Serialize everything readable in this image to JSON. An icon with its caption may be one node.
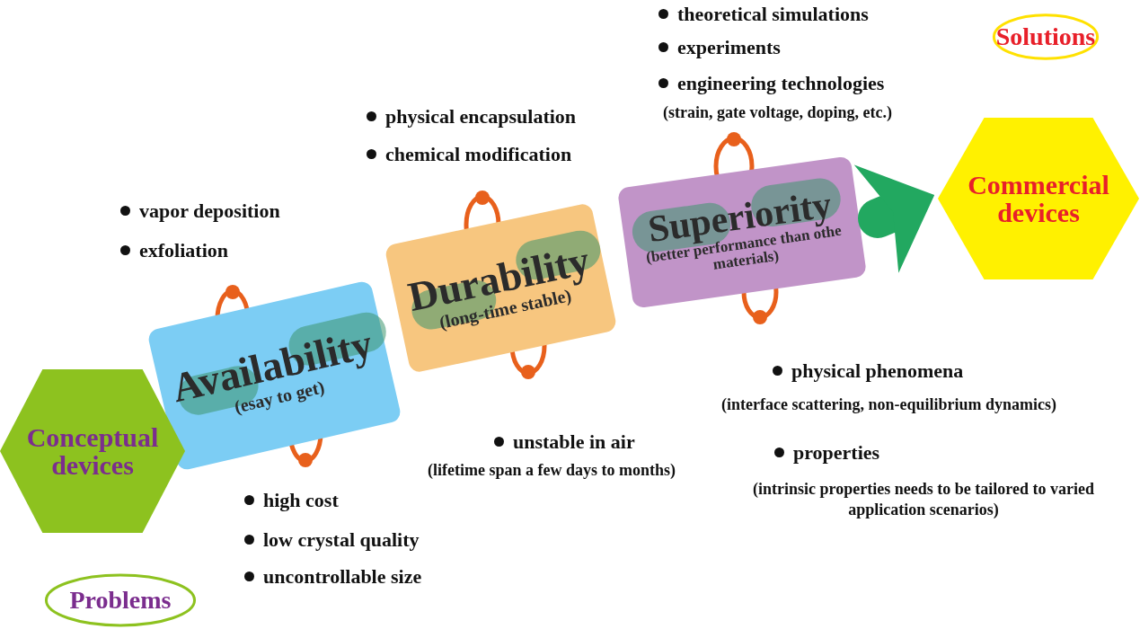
{
  "diagram": {
    "nodes": [
      {
        "text": [
          "Conceptual devices"
        ]
      },
      {
        "text": [
          "Availability",
          "(esay to get)"
        ]
      },
      {
        "text": [
          "Durability",
          "(long-time stable)"
        ]
      },
      {
        "text": [
          "Superiority",
          "(better performance than othe materials)"
        ]
      },
      {
        "text": [
          "Commercial devices"
        ]
      },
      {
        "text": [
          "Solutions"
        ]
      },
      {
        "text": [
          "Problems"
        ]
      }
    ],
    "edges": [
      {
        "from": 3,
        "to": 4,
        "arrow": "to"
      }
    ],
    "labels": [
      "theoretical simulations",
      "experiments",
      "engineering technologies",
      "(strain, gate voltage, doping, etc.)",
      "physical encapsulation",
      "chemical modification",
      "vapor deposition",
      "exfoliation",
      "physical phenomena",
      "(interface scattering, non-equilibrium dynamics)",
      "unstable in air",
      "(lifetime span a few days to months)",
      "properties",
      "(intrinsic properties needs to be tailored to varied application scenarios)",
      "high cost",
      "low crystal quality",
      "uncontrollable size"
    ]
  }
}
